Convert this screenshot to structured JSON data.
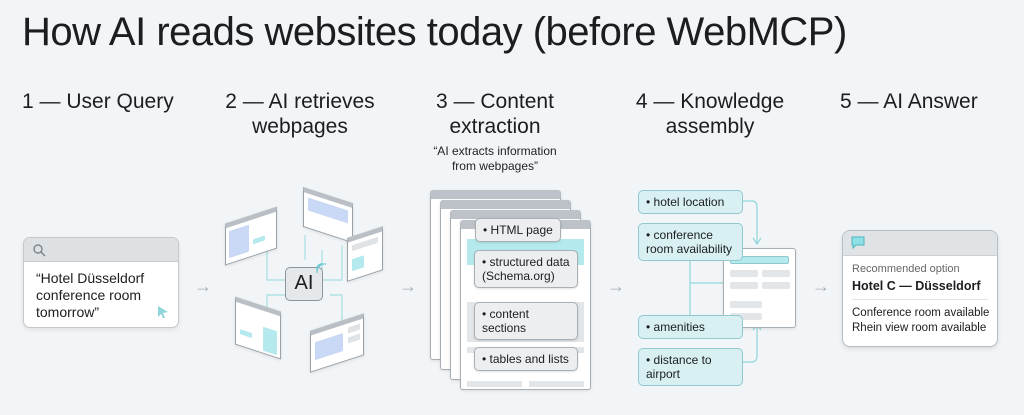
{
  "title": "How AI reads websites today (before WebMCP)",
  "steps": [
    {
      "label": "1 — User Query"
    },
    {
      "label": "2 — AI retrieves webpages"
    },
    {
      "label": "3 — Content extraction",
      "quote": "“AI extracts information from webpages”"
    },
    {
      "label": "4 — Knowledge assembly"
    },
    {
      "label": "5 — AI Answer"
    }
  ],
  "query": {
    "text": "“Hotel Düsseldorf conference room tomorrow”",
    "icon": "search-icon"
  },
  "ai_hub": {
    "label": "AI"
  },
  "extraction": {
    "items": [
      "HTML page",
      "structured data (Schema.org)",
      "content sections",
      "tables and lists"
    ]
  },
  "knowledge": {
    "items": [
      "hotel location",
      "conference room availability",
      "amenities",
      "distance to airport"
    ]
  },
  "answer": {
    "caption": "Recommended option",
    "hotel": "Hotel C — Düsseldorf",
    "details": [
      "Conference room available",
      "Rhein view room available"
    ],
    "icon": "chat-icon"
  },
  "colors": {
    "accent": "#8fd6dc",
    "blue": "#c9d8f5"
  }
}
